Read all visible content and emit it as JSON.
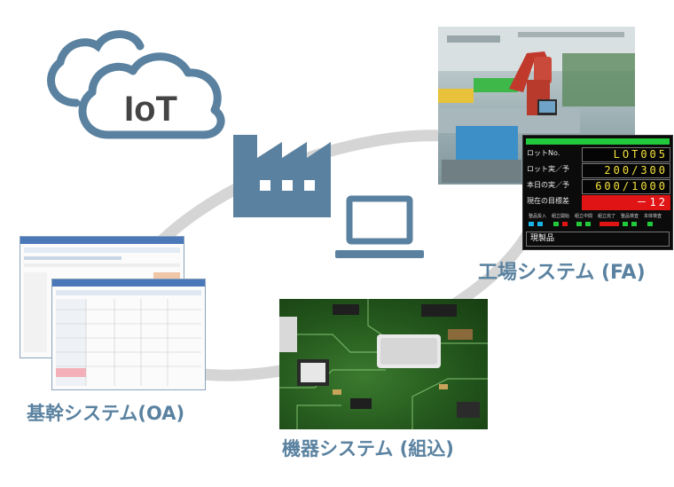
{
  "cloud": {
    "label": "IoT",
    "color": "#5a82a0"
  },
  "captions": {
    "factory": "工場システム (FA)",
    "embedded": "機器システム (組込)",
    "business": "基幹システム(OA)"
  },
  "led_board": {
    "rows": [
      {
        "label": "ロットNo.",
        "value": "LOT005",
        "highlight": false
      },
      {
        "label": "ロット実／予",
        "value": "200/300",
        "highlight": false
      },
      {
        "label": "本日の実／予",
        "value": "600/1000",
        "highlight": false
      },
      {
        "label": "現在の目標差",
        "value": "－12",
        "highlight": true
      }
    ],
    "status_labels": [
      "整品投入",
      "組立開始",
      "組立中間",
      "組立完了",
      "整品検査",
      "本体検査"
    ],
    "product_label": "現製品"
  },
  "colors": {
    "accent": "#5a82a0",
    "orbit": "#d5d5d5",
    "led_green": "#22c93a",
    "led_red": "#e01414",
    "led_text": "#f5e23a"
  }
}
